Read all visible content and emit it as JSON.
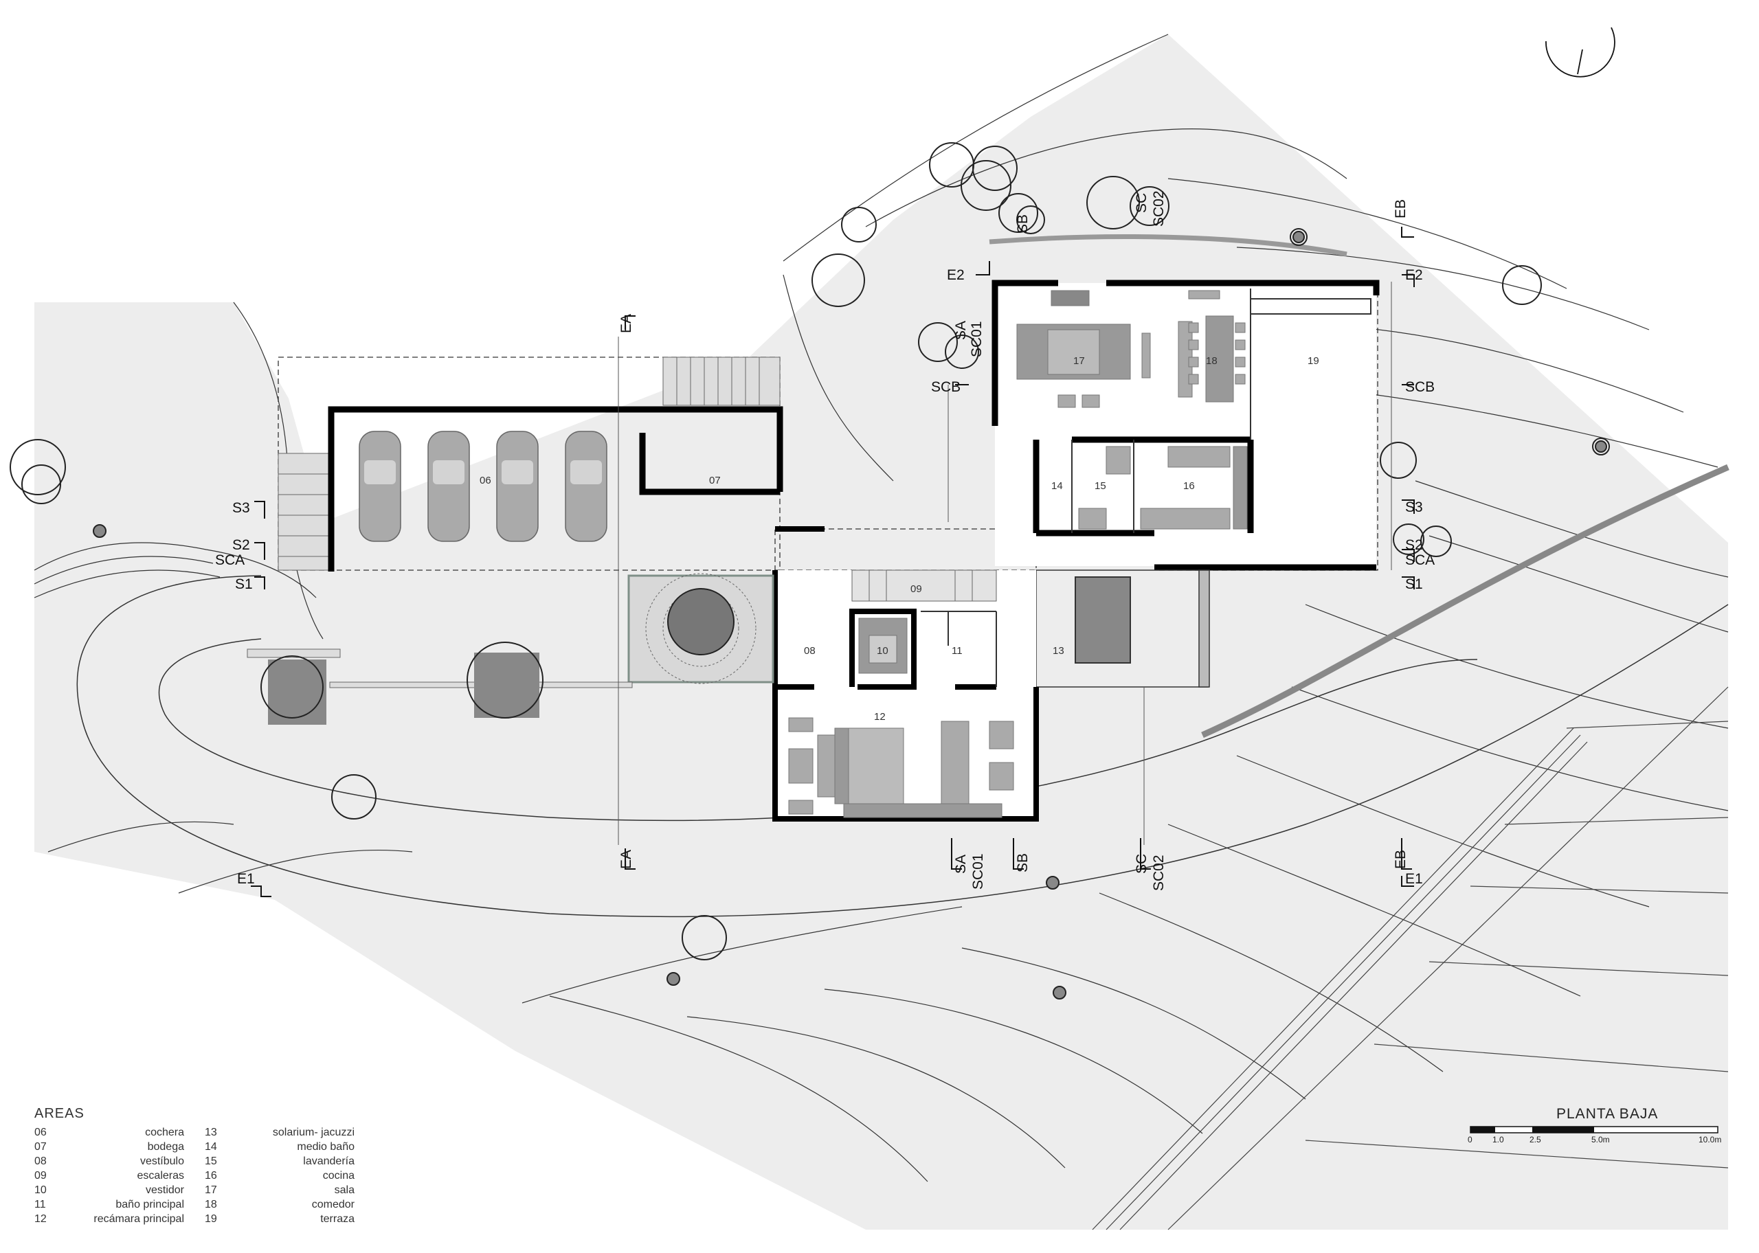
{
  "title": "PLANTA BAJA",
  "areas": {
    "heading": "AREAS",
    "items": [
      {
        "num": "06",
        "name": "cochera"
      },
      {
        "num": "07",
        "name": "bodega"
      },
      {
        "num": "08",
        "name": "vestíbulo"
      },
      {
        "num": "09",
        "name": "escaleras"
      },
      {
        "num": "10",
        "name": "vestidor"
      },
      {
        "num": "11",
        "name": "baño principal"
      },
      {
        "num": "12",
        "name": "recámara principal"
      },
      {
        "num": "13",
        "name": "solarium- jacuzzi"
      },
      {
        "num": "14",
        "name": "medio baño"
      },
      {
        "num": "15",
        "name": "lavandería"
      },
      {
        "num": "16",
        "name": "cocina"
      },
      {
        "num": "17",
        "name": "sala"
      },
      {
        "num": "18",
        "name": "comedor"
      },
      {
        "num": "19",
        "name": "terraza"
      }
    ]
  },
  "scale_bar": {
    "labels": [
      "0",
      "1.0",
      "2.5",
      "5.0m",
      "10.0m"
    ],
    "values": [
      0,
      1,
      2.5,
      5,
      10
    ]
  },
  "rooms": [
    "06",
    "07",
    "08",
    "09",
    "10",
    "11",
    "12",
    "13",
    "14",
    "15",
    "16",
    "17",
    "18",
    "19"
  ],
  "section_marks": {
    "S1": "S1",
    "S2": "S2",
    "S3": "S3",
    "SCA": "SCA",
    "E1": "E1",
    "E2": "E2",
    "EA": "EA",
    "EB": "EB",
    "SA": "SA",
    "SB": "SB",
    "SC": "SC",
    "SC01": "SC01",
    "SC02": "SC02",
    "SCB": "SCB"
  },
  "colors": {
    "line": "#222222",
    "terrain": "#ededed",
    "fill": "#bdbdbd",
    "wall": "#000000"
  }
}
